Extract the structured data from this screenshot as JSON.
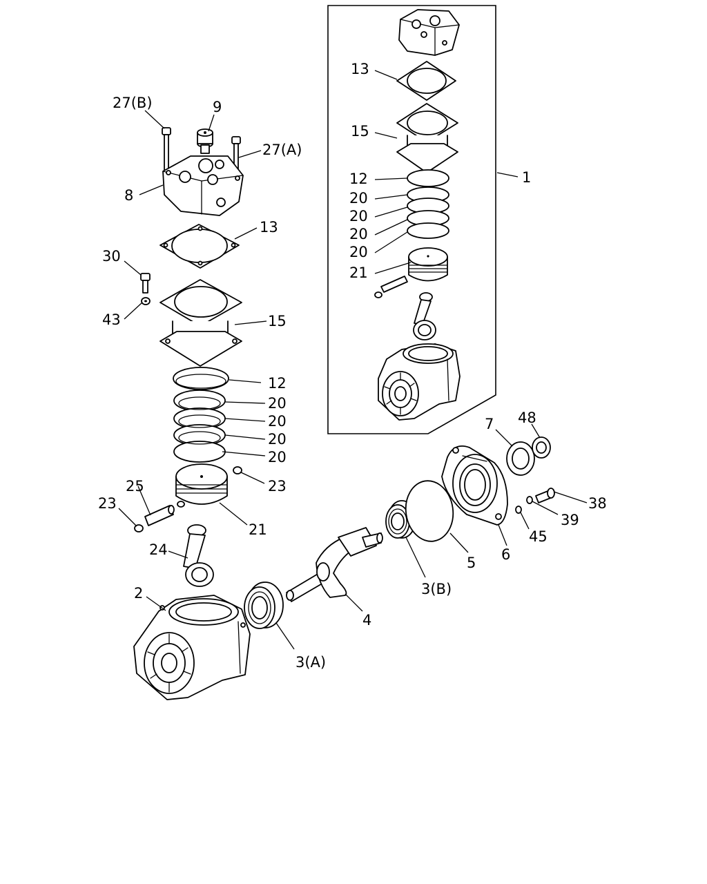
{
  "labels": {
    "l1": "1",
    "l13_kit": "13",
    "l15_kit": "15",
    "l12_kit": "12",
    "l20_kit_a": "20",
    "l20_kit_b": "20",
    "l20_kit_c": "20",
    "l20_kit_d": "20",
    "l21_kit": "21",
    "l27b": "27(B)",
    "l9": "9",
    "l27a": "27(A)",
    "l8": "8",
    "l13": "13",
    "l30": "30",
    "l43": "43",
    "l15": "15",
    "l12": "12",
    "l20_a": "20",
    "l20_b": "20",
    "l20_c": "20",
    "l20_d": "20",
    "l23_right": "23",
    "l25": "25",
    "l23_left": "23",
    "l21": "21",
    "l24": "24",
    "l2": "2",
    "l3a": "3(A)",
    "l4": "4",
    "l3b": "3(B)",
    "l5": "5",
    "l6": "6",
    "l7": "7",
    "l48": "48",
    "l38": "38",
    "l39": "39",
    "l45": "45"
  }
}
